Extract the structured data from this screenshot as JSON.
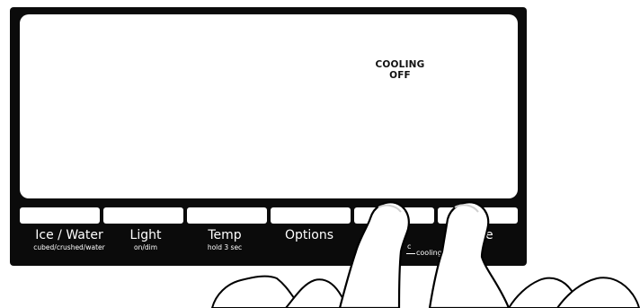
{
  "display": {
    "status_line1": "COOLING",
    "status_line2": "OFF"
  },
  "buttons": [
    {
      "label": "Ice / Water",
      "sub": "cubed/crushed/water"
    },
    {
      "label": "Light",
      "sub": "on/dim"
    },
    {
      "label": "Temp",
      "sub": "hold 3 sec"
    },
    {
      "label": "Options",
      "sub": ""
    },
    {
      "label": "",
      "sub": ""
    },
    {
      "label": "e",
      "sub": ""
    }
  ],
  "partial": {
    "c_fragment": "c",
    "cooling_fragment": "cooling o"
  },
  "colors": {
    "panel": "#0b0b0b",
    "screen": "#ffffff",
    "text_on_panel": "#ffffff"
  },
  "icons": [
    "finger-left-icon",
    "finger-right-icon"
  ]
}
